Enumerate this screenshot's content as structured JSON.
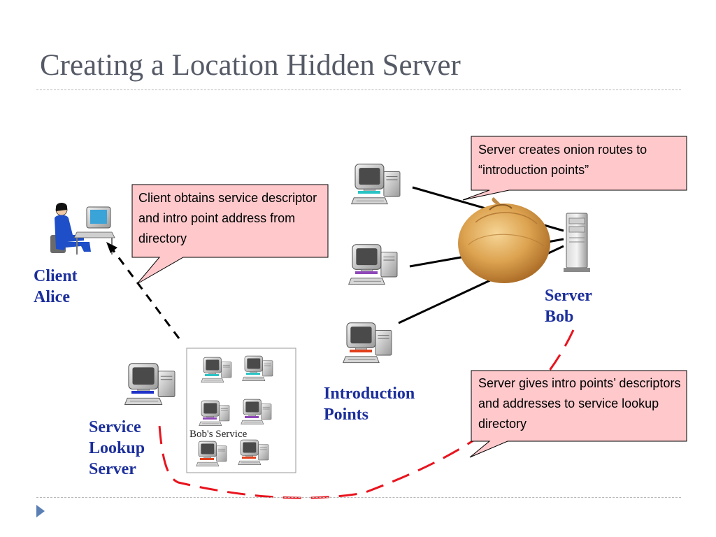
{
  "slide": {
    "title": "Creating a Location Hidden Server"
  },
  "diagram": {
    "labels": {
      "client": "Client\nAlice",
      "server": "Server\nBob",
      "intro_points": "Introduction\nPoints",
      "lookup_server": "Service\nLookup\nServer",
      "bobs_service": "Bob's Service"
    },
    "callouts": {
      "client_obtains": "Client obtains service descriptor and intro point address from directory",
      "server_creates": "Server creates onion routes to “introduction points”",
      "server_gives": "Server gives intro points’ descriptors and addresses to service lookup directory"
    },
    "colors": {
      "label": "#1c2f9c",
      "callout_fill": "#ffc9cc",
      "red_dash": "#e8141e",
      "black_dash": "#000000",
      "onion": "#d9a555"
    },
    "icons": [
      "person-at-computer-icon",
      "computer-icon",
      "server-tower-icon",
      "onion-icon",
      "slide-bullet-icon"
    ]
  }
}
